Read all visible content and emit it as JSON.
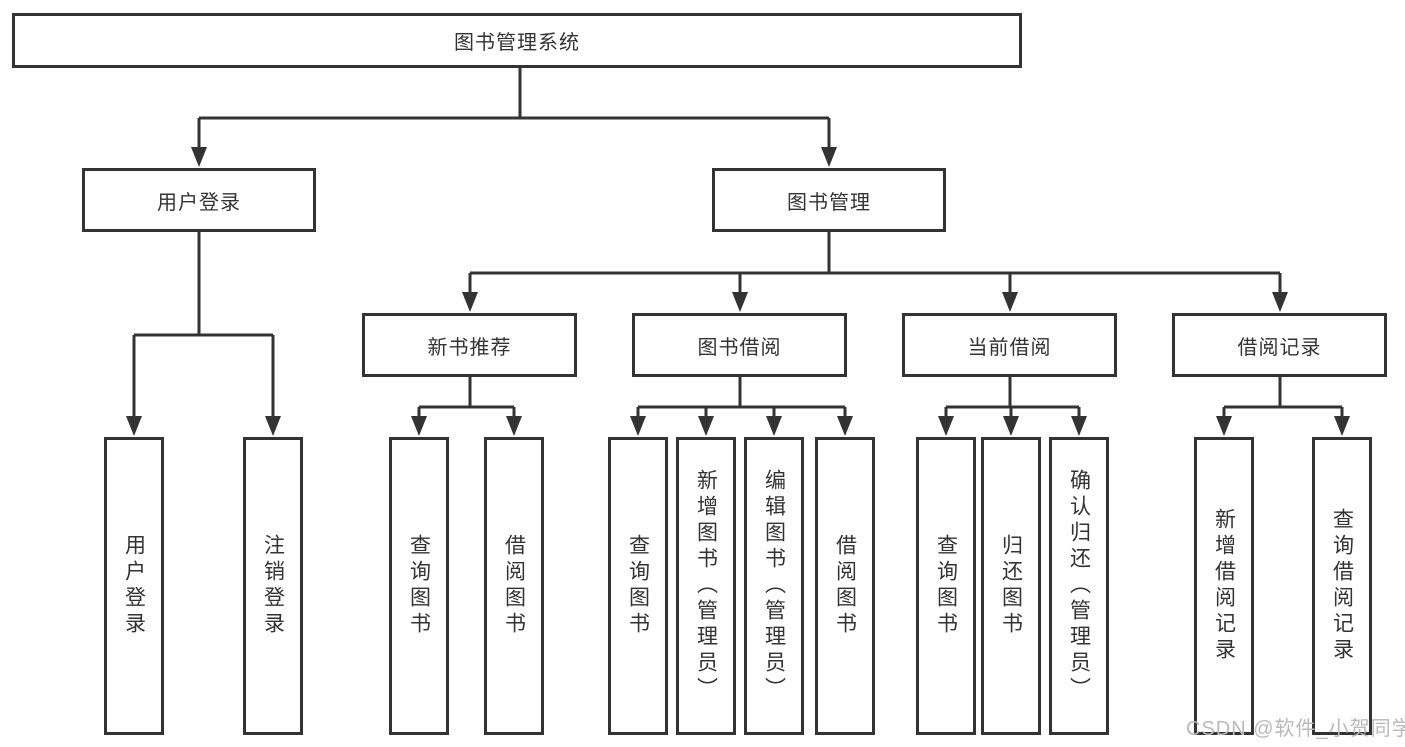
{
  "diagram_title": "图书管理系统",
  "nodes": {
    "root": "图书管理系统",
    "user_login": "用户登录",
    "book_mgmt": "图书管理",
    "new_book_rec": "新书推荐",
    "book_borrow": "图书借阅",
    "current_borrow": "当前借阅",
    "borrow_records": "借阅记录",
    "leaf_user_login": "用户登录",
    "leaf_logout": "注销登录",
    "leaf_nbr_query": "查询图书",
    "leaf_nbr_borrow": "借阅图书",
    "leaf_bb_query": "查询图书",
    "leaf_bb_add": "新增图书（管理员）",
    "leaf_bb_edit": "编辑图书（管理员）",
    "leaf_bb_borrow": "借阅图书",
    "leaf_cb_query": "查询图书",
    "leaf_cb_return": "归还图书",
    "leaf_cb_confirm": "确认归还（管理员）",
    "leaf_br_add": "新增借阅记录",
    "leaf_br_query": "查询借阅记录"
  },
  "hierarchy": {
    "图书管理系统": {
      "用户登录": [
        "用户登录",
        "注销登录"
      ],
      "图书管理": {
        "新书推荐": [
          "查询图书",
          "借阅图书"
        ],
        "图书借阅": [
          "查询图书",
          "新增图书（管理员）",
          "编辑图书（管理员）",
          "借阅图书"
        ],
        "当前借阅": [
          "查询图书",
          "归还图书",
          "确认归还（管理员）"
        ],
        "借阅记录": [
          "新增借阅记录",
          "查询借阅记录"
        ]
      }
    }
  },
  "watermark": {
    "text": "CSDN @软件_小贺同学"
  },
  "colors": {
    "line": "#333333",
    "box_border": "#333333",
    "box_fill": "#ffffff",
    "text": "#333333",
    "watermark": "#b9b9b9",
    "background": "#ffffff"
  }
}
